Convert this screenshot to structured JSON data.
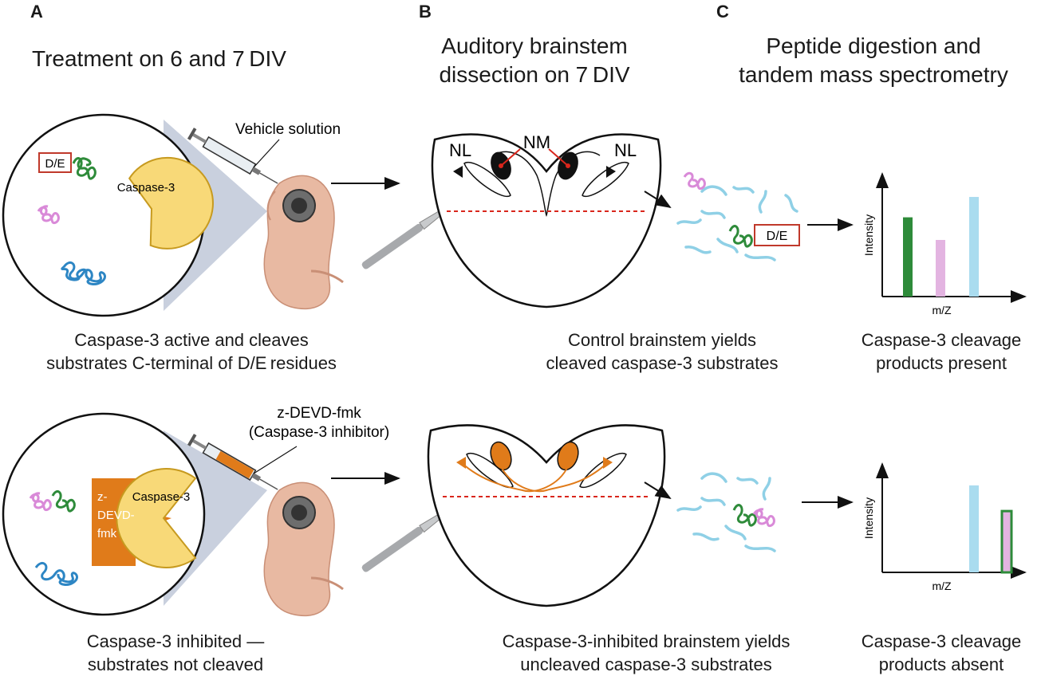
{
  "panels": {
    "a": {
      "letter": "A",
      "title": "Treatment on 6 and 7 DIV",
      "top": {
        "syringe_label": "Vehicle solution",
        "enzyme_label": "Caspase-3",
        "motif_label": "D/E",
        "caption_1": "Caspase-3 active and cleaves",
        "caption_2": "substrates C-terminal of D/E residues"
      },
      "bottom": {
        "syringe_label_1": "z-DEVD-fmk",
        "syringe_label_2": "(Caspase-3 inhibitor)",
        "enzyme_label": "Caspase-3",
        "inhibitor_label_1": "z-",
        "inhibitor_label_2": "DEVD-",
        "inhibitor_label_3": "fmk",
        "caption_1": "Caspase-3 inhibited —",
        "caption_2": "substrates not cleaved"
      }
    },
    "b": {
      "letter": "B",
      "title_1": "Auditory brainstem",
      "title_2": "dissection on 7 DIV",
      "nl_left": "NL",
      "nm": "NM",
      "nl_right": "NL",
      "top_caption_1": "Control brainstem yields",
      "top_caption_2": "cleaved caspase-3 substrates",
      "bottom_caption_1": "Caspase-3-inhibited brainstem yields",
      "bottom_caption_2": "uncleaved caspase-3 substrates",
      "peptide_motif_label": "D/E"
    },
    "c": {
      "letter": "C",
      "title_1": "Peptide digestion and",
      "title_2": "tandem mass spectrometry",
      "top_caption_1": "Caspase-3 cleavage",
      "top_caption_2": "products present",
      "bottom_caption_1": "Caspase-3 cleavage",
      "bottom_caption_2": "products absent"
    }
  },
  "colors": {
    "green": "#2e8b3a",
    "pink": "#d98ad8",
    "blue": "#2d86c4",
    "light_blue": "#8fd0e6",
    "orange": "#e07b1a",
    "enzyme_yellow": "#f8d978",
    "enzyme_stroke": "#c79a1f",
    "box_red": "#c0392b",
    "embryo": "#e8b9a2",
    "cone_fill": "#c9d0de"
  },
  "chart_data": [
    {
      "type": "bar",
      "xlabel": "m/Z",
      "ylabel": "Intensity",
      "series": [
        {
          "color": "green",
          "value": 0.7
        },
        {
          "color": "pink",
          "value": 0.5
        },
        {
          "color": "light_blue",
          "value": 0.88
        }
      ],
      "ylim": [
        0,
        1
      ]
    },
    {
      "type": "bar",
      "xlabel": "m/Z",
      "ylabel": "Intensity",
      "series": [
        {
          "color": "light_blue",
          "value": 0.88
        },
        {
          "color": "pink-with-green-outline",
          "value": 0.62
        }
      ],
      "ylim": [
        0,
        1
      ]
    }
  ]
}
